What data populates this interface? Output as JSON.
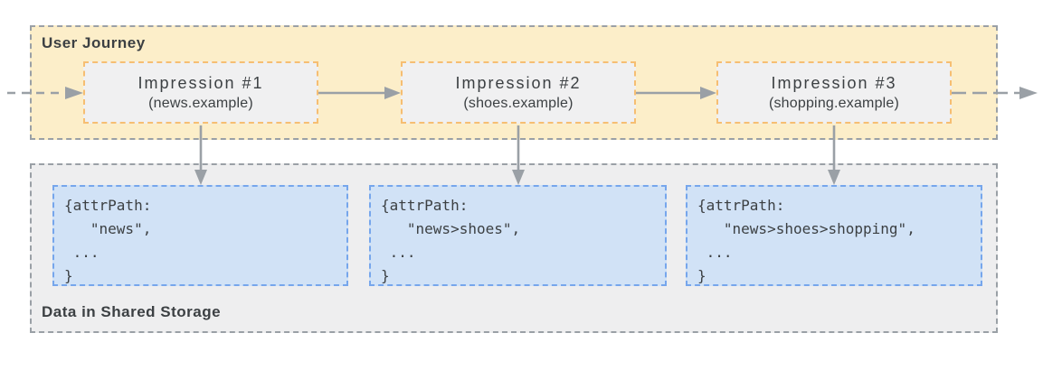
{
  "journey_panel": {
    "label": "User Journey",
    "impressions": [
      {
        "title": "Impression #1",
        "subtitle": "(news.example)"
      },
      {
        "title": "Impression #2",
        "subtitle": "(shoes.example)"
      },
      {
        "title": "Impression #3",
        "subtitle": "(shopping.example)"
      }
    ]
  },
  "storage_panel": {
    "label": "Data in Shared Storage",
    "records": [
      {
        "lines": [
          "{attrPath:",
          "   \"news\",",
          " ...",
          "}"
        ]
      },
      {
        "lines": [
          "{attrPath:",
          "   \"news>shoes\",",
          " ...",
          "}"
        ]
      },
      {
        "lines": [
          "{attrPath:",
          "   \"news>shoes>shopping\",",
          " ...",
          "}"
        ]
      }
    ]
  },
  "colors": {
    "journey_fill": "#fceec9",
    "journey_border": "#9aa0a6",
    "impression_fill": "#f0f0f1",
    "impression_border": "#f6be72",
    "storage_fill": "#eeeeef",
    "storage_border": "#9aa0a6",
    "record_fill": "#d1e2f6",
    "record_border": "#76a6ec",
    "arrow": "#9aa0a6",
    "text": "#3c4043"
  }
}
